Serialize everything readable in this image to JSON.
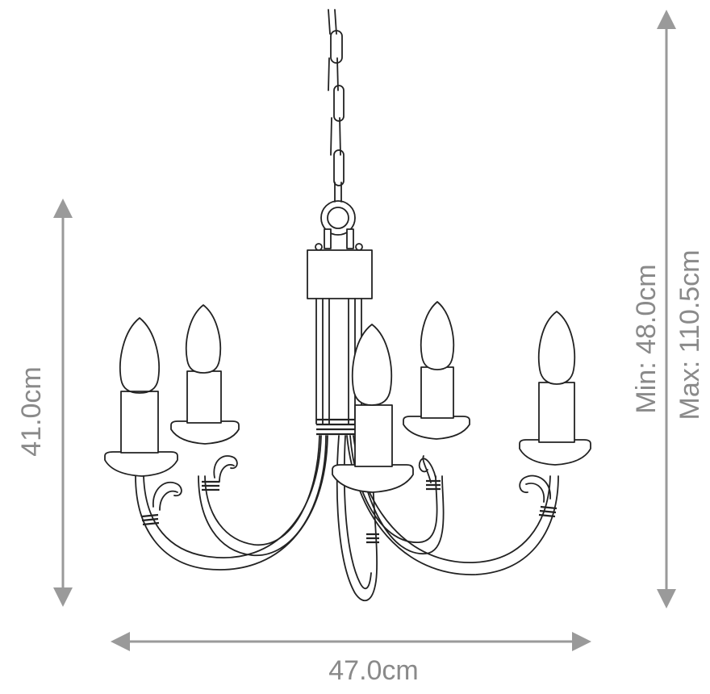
{
  "dimensions": {
    "height_label": "41.0cm",
    "width_label": "47.0cm",
    "drop_min_label": "Min: 48.0cm",
    "drop_max_label": "Max: 110.5cm"
  },
  "colors": {
    "dimension_lines": "#9a9a9a",
    "dimension_text": "#8a8a8a",
    "drawing_stroke": "#222222"
  }
}
